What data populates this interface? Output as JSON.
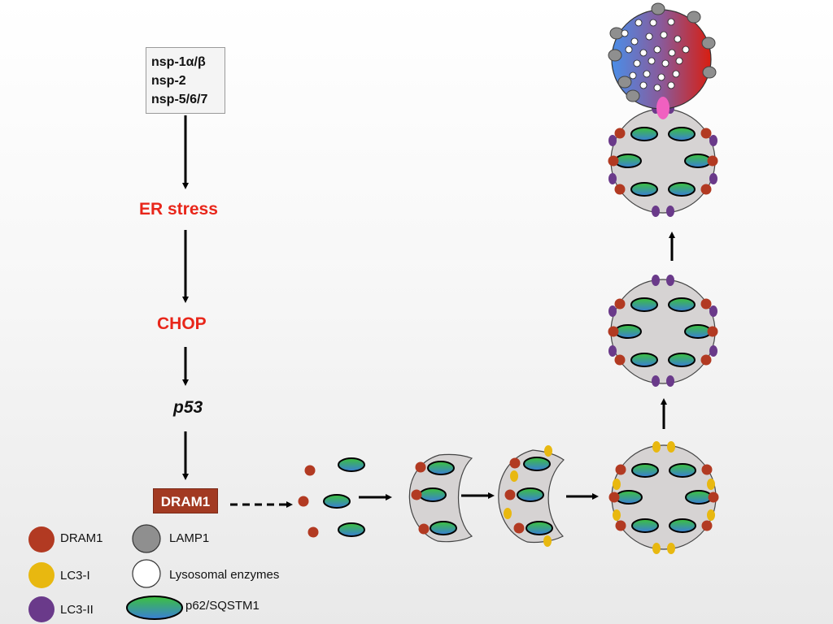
{
  "pathway": {
    "nsp_lines": [
      "nsp-1α/β",
      "nsp-2",
      "nsp-5/6/7"
    ],
    "er_stress": "ER stress",
    "chop": "CHOP",
    "p53": "p53",
    "dram1": "DRAM1"
  },
  "legend": {
    "dram1": "DRAM1",
    "lamp1": "LAMP1",
    "lc3_1": "LC3-I",
    "lysosomal_enzymes": "Lysosomal enzymes",
    "lc3_2": "LC3-II",
    "p62": "p62/SQSTM1"
  },
  "colors": {
    "dram1": "#b23a22",
    "lc3_1": "#e8b810",
    "lc3_2": "#6a3a8a",
    "lamp1": "#8f8f8f",
    "enzyme": "#ffffff",
    "vesicle": "#d6d3d3",
    "label_red": "#e8261a",
    "fusion_pink": "#f060c0",
    "lysosome_left": "#4a8ee8",
    "lysosome_right": "#d81e10"
  }
}
